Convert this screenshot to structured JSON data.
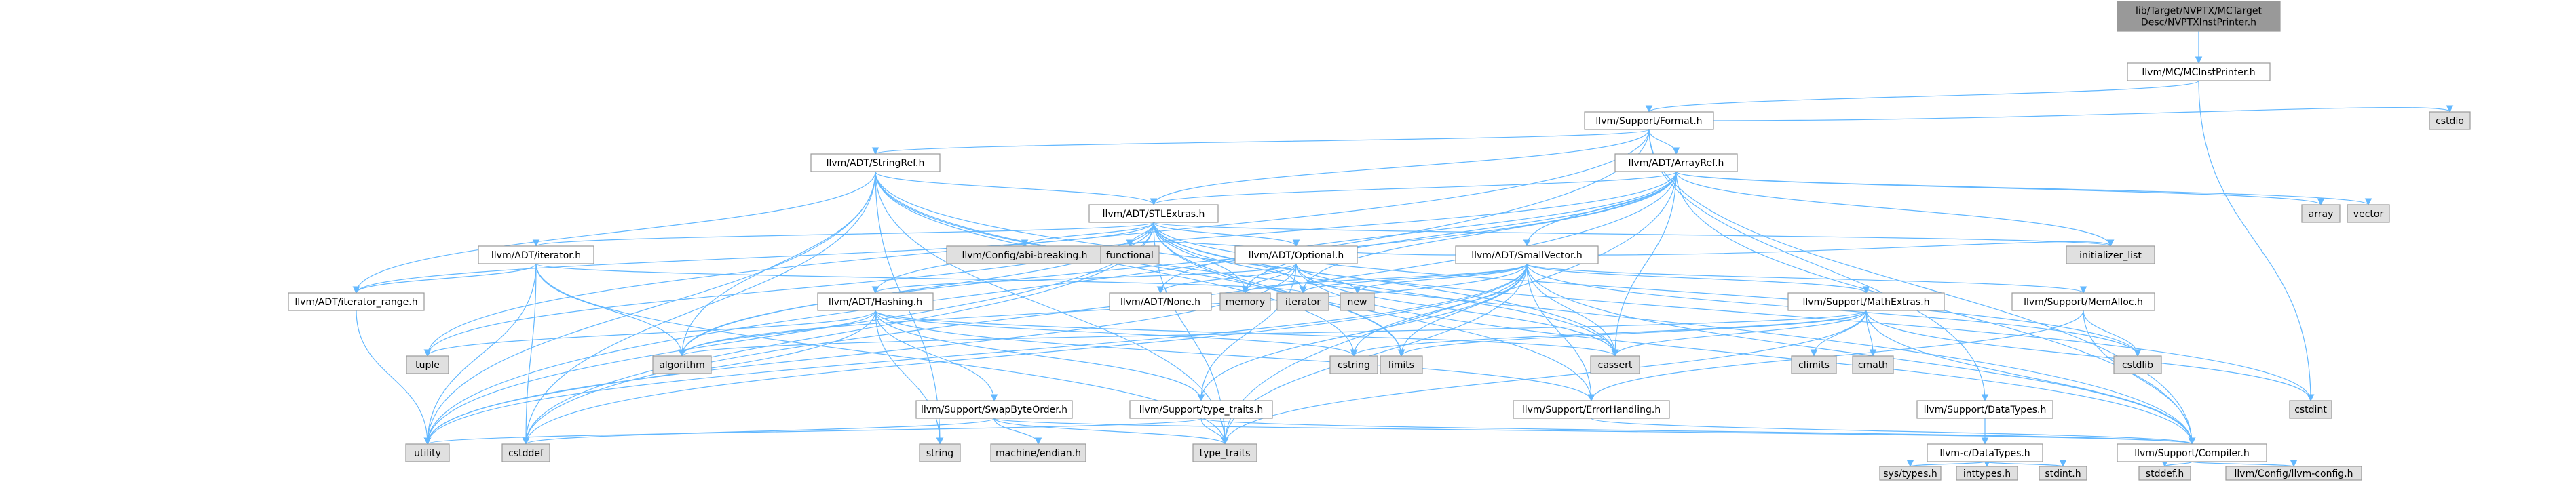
{
  "graph": {
    "nodes": [
      {
        "id": "root",
        "lines": [
          "lib/Target/NVPTX/MCTarget",
          "Desc/NVPTXInstPrinter.h"
        ],
        "kind": "focus"
      },
      {
        "id": "mcinstprinter",
        "lines": [
          "llvm/MC/MCInstPrinter.h"
        ],
        "kind": "file"
      },
      {
        "id": "format",
        "lines": [
          "llvm/Support/Format.h"
        ],
        "kind": "file"
      },
      {
        "id": "cstdio",
        "lines": [
          "cstdio"
        ],
        "kind": "system"
      },
      {
        "id": "stringref",
        "lines": [
          "llvm/ADT/StringRef.h"
        ],
        "kind": "file"
      },
      {
        "id": "arrayref",
        "lines": [
          "llvm/ADT/ArrayRef.h"
        ],
        "kind": "file"
      },
      {
        "id": "stlextras",
        "lines": [
          "llvm/ADT/STLExtras.h"
        ],
        "kind": "file"
      },
      {
        "id": "array",
        "lines": [
          "array"
        ],
        "kind": "system"
      },
      {
        "id": "vector",
        "lines": [
          "vector"
        ],
        "kind": "system"
      },
      {
        "id": "abibreaking",
        "lines": [
          "llvm/Config/abi-breaking.h"
        ],
        "kind": "system"
      },
      {
        "id": "functional",
        "lines": [
          "functional"
        ],
        "kind": "system"
      },
      {
        "id": "optional",
        "lines": [
          "llvm/ADT/Optional.h"
        ],
        "kind": "file"
      },
      {
        "id": "smallvector",
        "lines": [
          "llvm/ADT/SmallVector.h"
        ],
        "kind": "file"
      },
      {
        "id": "iteratorh",
        "lines": [
          "llvm/ADT/iterator.h"
        ],
        "kind": "file"
      },
      {
        "id": "iterrange",
        "lines": [
          "llvm/ADT/iterator_range.h"
        ],
        "kind": "file"
      },
      {
        "id": "hashing",
        "lines": [
          "llvm/ADT/Hashing.h"
        ],
        "kind": "file"
      },
      {
        "id": "noneh",
        "lines": [
          "llvm/ADT/None.h"
        ],
        "kind": "file"
      },
      {
        "id": "memory",
        "lines": [
          "memory"
        ],
        "kind": "system"
      },
      {
        "id": "iterator",
        "lines": [
          "iterator"
        ],
        "kind": "system"
      },
      {
        "id": "new",
        "lines": [
          "new"
        ],
        "kind": "system"
      },
      {
        "id": "mathextras",
        "lines": [
          "llvm/Support/MathExtras.h"
        ],
        "kind": "file"
      },
      {
        "id": "memalloc",
        "lines": [
          "llvm/Support/MemAlloc.h"
        ],
        "kind": "file"
      },
      {
        "id": "initlist",
        "lines": [
          "initializer_list"
        ],
        "kind": "system"
      },
      {
        "id": "cstdlib",
        "lines": [
          "cstdlib"
        ],
        "kind": "system"
      },
      {
        "id": "tuple",
        "lines": [
          "tuple"
        ],
        "kind": "system"
      },
      {
        "id": "algorithm",
        "lines": [
          "algorithm"
        ],
        "kind": "system"
      },
      {
        "id": "cstring",
        "lines": [
          "cstring"
        ],
        "kind": "system"
      },
      {
        "id": "limits",
        "lines": [
          "limits"
        ],
        "kind": "system"
      },
      {
        "id": "cassert",
        "lines": [
          "cassert"
        ],
        "kind": "system"
      },
      {
        "id": "climits",
        "lines": [
          "climits"
        ],
        "kind": "system"
      },
      {
        "id": "cmath",
        "lines": [
          "cmath"
        ],
        "kind": "system"
      },
      {
        "id": "swapbyteorder",
        "lines": [
          "llvm/Support/SwapByteOrder.h"
        ],
        "kind": "file"
      },
      {
        "id": "typetraits",
        "lines": [
          "llvm/Support/type_traits.h"
        ],
        "kind": "file"
      },
      {
        "id": "errorhandling",
        "lines": [
          "llvm/Support/ErrorHandling.h"
        ],
        "kind": "file"
      },
      {
        "id": "datatypes",
        "lines": [
          "llvm/Support/DataTypes.h"
        ],
        "kind": "file"
      },
      {
        "id": "cstdint",
        "lines": [
          "cstdint"
        ],
        "kind": "system"
      },
      {
        "id": "utility",
        "lines": [
          "utility"
        ],
        "kind": "system"
      },
      {
        "id": "cstddef",
        "lines": [
          "cstddef"
        ],
        "kind": "system"
      },
      {
        "id": "string",
        "lines": [
          "string"
        ],
        "kind": "system"
      },
      {
        "id": "machineendian",
        "lines": [
          "machine/endian.h"
        ],
        "kind": "system"
      },
      {
        "id": "stdtypetraits",
        "lines": [
          "type_traits"
        ],
        "kind": "system"
      },
      {
        "id": "compiler",
        "lines": [
          "llvm/Support/Compiler.h"
        ],
        "kind": "file"
      },
      {
        "id": "cdatatypes",
        "lines": [
          "llvm-c/DataTypes.h"
        ],
        "kind": "file"
      },
      {
        "id": "systypes",
        "lines": [
          "sys/types.h"
        ],
        "kind": "system"
      },
      {
        "id": "inttypes",
        "lines": [
          "inttypes.h"
        ],
        "kind": "system"
      },
      {
        "id": "stdinth",
        "lines": [
          "stdint.h"
        ],
        "kind": "system"
      },
      {
        "id": "stddefh",
        "lines": [
          "stddef.h"
        ],
        "kind": "system"
      },
      {
        "id": "llvmconfig",
        "lines": [
          "llvm/Config/llvm-config.h"
        ],
        "kind": "system"
      }
    ],
    "edges": [
      [
        "root",
        "mcinstprinter"
      ],
      [
        "mcinstprinter",
        "format"
      ],
      [
        "mcinstprinter",
        "cstdint"
      ],
      [
        "format",
        "stringref"
      ],
      [
        "format",
        "arrayref"
      ],
      [
        "format",
        "stlextras"
      ],
      [
        "format",
        "cstdio"
      ],
      [
        "format",
        "compiler"
      ],
      [
        "format",
        "datatypes"
      ],
      [
        "format",
        "tuple"
      ],
      [
        "format",
        "utility"
      ],
      [
        "stringref",
        "stlextras"
      ],
      [
        "stringref",
        "iterrange"
      ],
      [
        "stringref",
        "compiler"
      ],
      [
        "stringref",
        "algorithm"
      ],
      [
        "stringref",
        "cassert"
      ],
      [
        "stringref",
        "cstddef"
      ],
      [
        "stringref",
        "cstring"
      ],
      [
        "stringref",
        "limits"
      ],
      [
        "stringref",
        "string"
      ],
      [
        "stringref",
        "stdtypetraits"
      ],
      [
        "stringref",
        "utility"
      ],
      [
        "arrayref",
        "hashing"
      ],
      [
        "arrayref",
        "noneh"
      ],
      [
        "arrayref",
        "smallvector"
      ],
      [
        "arrayref",
        "stlextras"
      ],
      [
        "arrayref",
        "compiler"
      ],
      [
        "arrayref",
        "algorithm"
      ],
      [
        "arrayref",
        "array"
      ],
      [
        "arrayref",
        "cassert"
      ],
      [
        "arrayref",
        "cstddef"
      ],
      [
        "arrayref",
        "initlist"
      ],
      [
        "arrayref",
        "iterator"
      ],
      [
        "arrayref",
        "memory"
      ],
      [
        "arrayref",
        "stdtypetraits"
      ],
      [
        "arrayref",
        "vector"
      ],
      [
        "stlextras",
        "abibreaking"
      ],
      [
        "stlextras",
        "functional"
      ],
      [
        "stlextras",
        "optional"
      ],
      [
        "stlextras",
        "iteratorh"
      ],
      [
        "stlextras",
        "iterrange"
      ],
      [
        "stlextras",
        "errorhandling"
      ],
      [
        "stlextras",
        "algorithm"
      ],
      [
        "stlextras",
        "cassert"
      ],
      [
        "stlextras",
        "cstddef"
      ],
      [
        "stlextras",
        "cstdint"
      ],
      [
        "stlextras",
        "cstdlib"
      ],
      [
        "stlextras",
        "initlist"
      ],
      [
        "stlextras",
        "iterator"
      ],
      [
        "stlextras",
        "limits"
      ],
      [
        "stlextras",
        "memory"
      ],
      [
        "stlextras",
        "tuple"
      ],
      [
        "stlextras",
        "stdtypetraits"
      ],
      [
        "stlextras",
        "utility"
      ],
      [
        "optional",
        "hashing"
      ],
      [
        "optional",
        "noneh"
      ],
      [
        "optional",
        "compiler"
      ],
      [
        "optional",
        "typetraits"
      ],
      [
        "optional",
        "cassert"
      ],
      [
        "optional",
        "memory"
      ],
      [
        "optional",
        "new"
      ],
      [
        "optional",
        "utility"
      ],
      [
        "hashing",
        "errorhandling"
      ],
      [
        "hashing",
        "swapbyteorder"
      ],
      [
        "hashing",
        "typetraits"
      ],
      [
        "hashing",
        "algorithm"
      ],
      [
        "hashing",
        "cassert"
      ],
      [
        "hashing",
        "cstring"
      ],
      [
        "hashing",
        "string"
      ],
      [
        "hashing",
        "tuple"
      ],
      [
        "hashing",
        "utility"
      ],
      [
        "swapbyteorder",
        "compiler"
      ],
      [
        "swapbyteorder",
        "cstddef"
      ],
      [
        "swapbyteorder",
        "stdtypetraits"
      ],
      [
        "swapbyteorder",
        "machineendian"
      ],
      [
        "typetraits",
        "compiler"
      ],
      [
        "typetraits",
        "stdtypetraits"
      ],
      [
        "typetraits",
        "utility"
      ],
      [
        "errorhandling",
        "compiler"
      ],
      [
        "compiler",
        "llvmconfig"
      ],
      [
        "compiler",
        "stddefh"
      ],
      [
        "iteratorh",
        "iterrange"
      ],
      [
        "iteratorh",
        "algorithm"
      ],
      [
        "iteratorh",
        "cstddef"
      ],
      [
        "iteratorh",
        "iterator"
      ],
      [
        "iteratorh",
        "stdtypetraits"
      ],
      [
        "iteratorh",
        "utility"
      ],
      [
        "iterrange",
        "utility"
      ],
      [
        "smallvector",
        "compiler"
      ],
      [
        "smallvector",
        "errorhandling"
      ],
      [
        "smallvector",
        "mathextras"
      ],
      [
        "smallvector",
        "memalloc"
      ],
      [
        "smallvector",
        "typetraits"
      ],
      [
        "smallvector",
        "algorithm"
      ],
      [
        "smallvector",
        "cassert"
      ],
      [
        "smallvector",
        "cstddef"
      ],
      [
        "smallvector",
        "cstdlib"
      ],
      [
        "smallvector",
        "cstring"
      ],
      [
        "smallvector",
        "functional"
      ],
      [
        "smallvector",
        "initlist"
      ],
      [
        "smallvector",
        "iterator"
      ],
      [
        "smallvector",
        "limits"
      ],
      [
        "smallvector",
        "memory"
      ],
      [
        "smallvector",
        "new"
      ],
      [
        "smallvector",
        "stdtypetraits"
      ],
      [
        "smallvector",
        "utility"
      ],
      [
        "mathextras",
        "compiler"
      ],
      [
        "mathextras",
        "algorithm"
      ],
      [
        "mathextras",
        "cassert"
      ],
      [
        "mathextras",
        "climits"
      ],
      [
        "mathextras",
        "cmath"
      ],
      [
        "mathextras",
        "cstdint"
      ],
      [
        "mathextras",
        "cstring"
      ],
      [
        "mathextras",
        "limits"
      ],
      [
        "mathextras",
        "stdtypetraits"
      ],
      [
        "memalloc",
        "compiler"
      ],
      [
        "memalloc",
        "errorhandling"
      ],
      [
        "memalloc",
        "cstdlib"
      ],
      [
        "datatypes",
        "cdatatypes"
      ],
      [
        "cdatatypes",
        "systypes"
      ],
      [
        "cdatatypes",
        "inttypes"
      ],
      [
        "cdatatypes",
        "stdinth"
      ]
    ],
    "colors": {
      "focus_fill": "#999999",
      "file_fill": "#ffffff",
      "system_fill": "#e0e0e0",
      "border": "#999999",
      "edge": "#63b8ff",
      "text": "#000000"
    }
  }
}
